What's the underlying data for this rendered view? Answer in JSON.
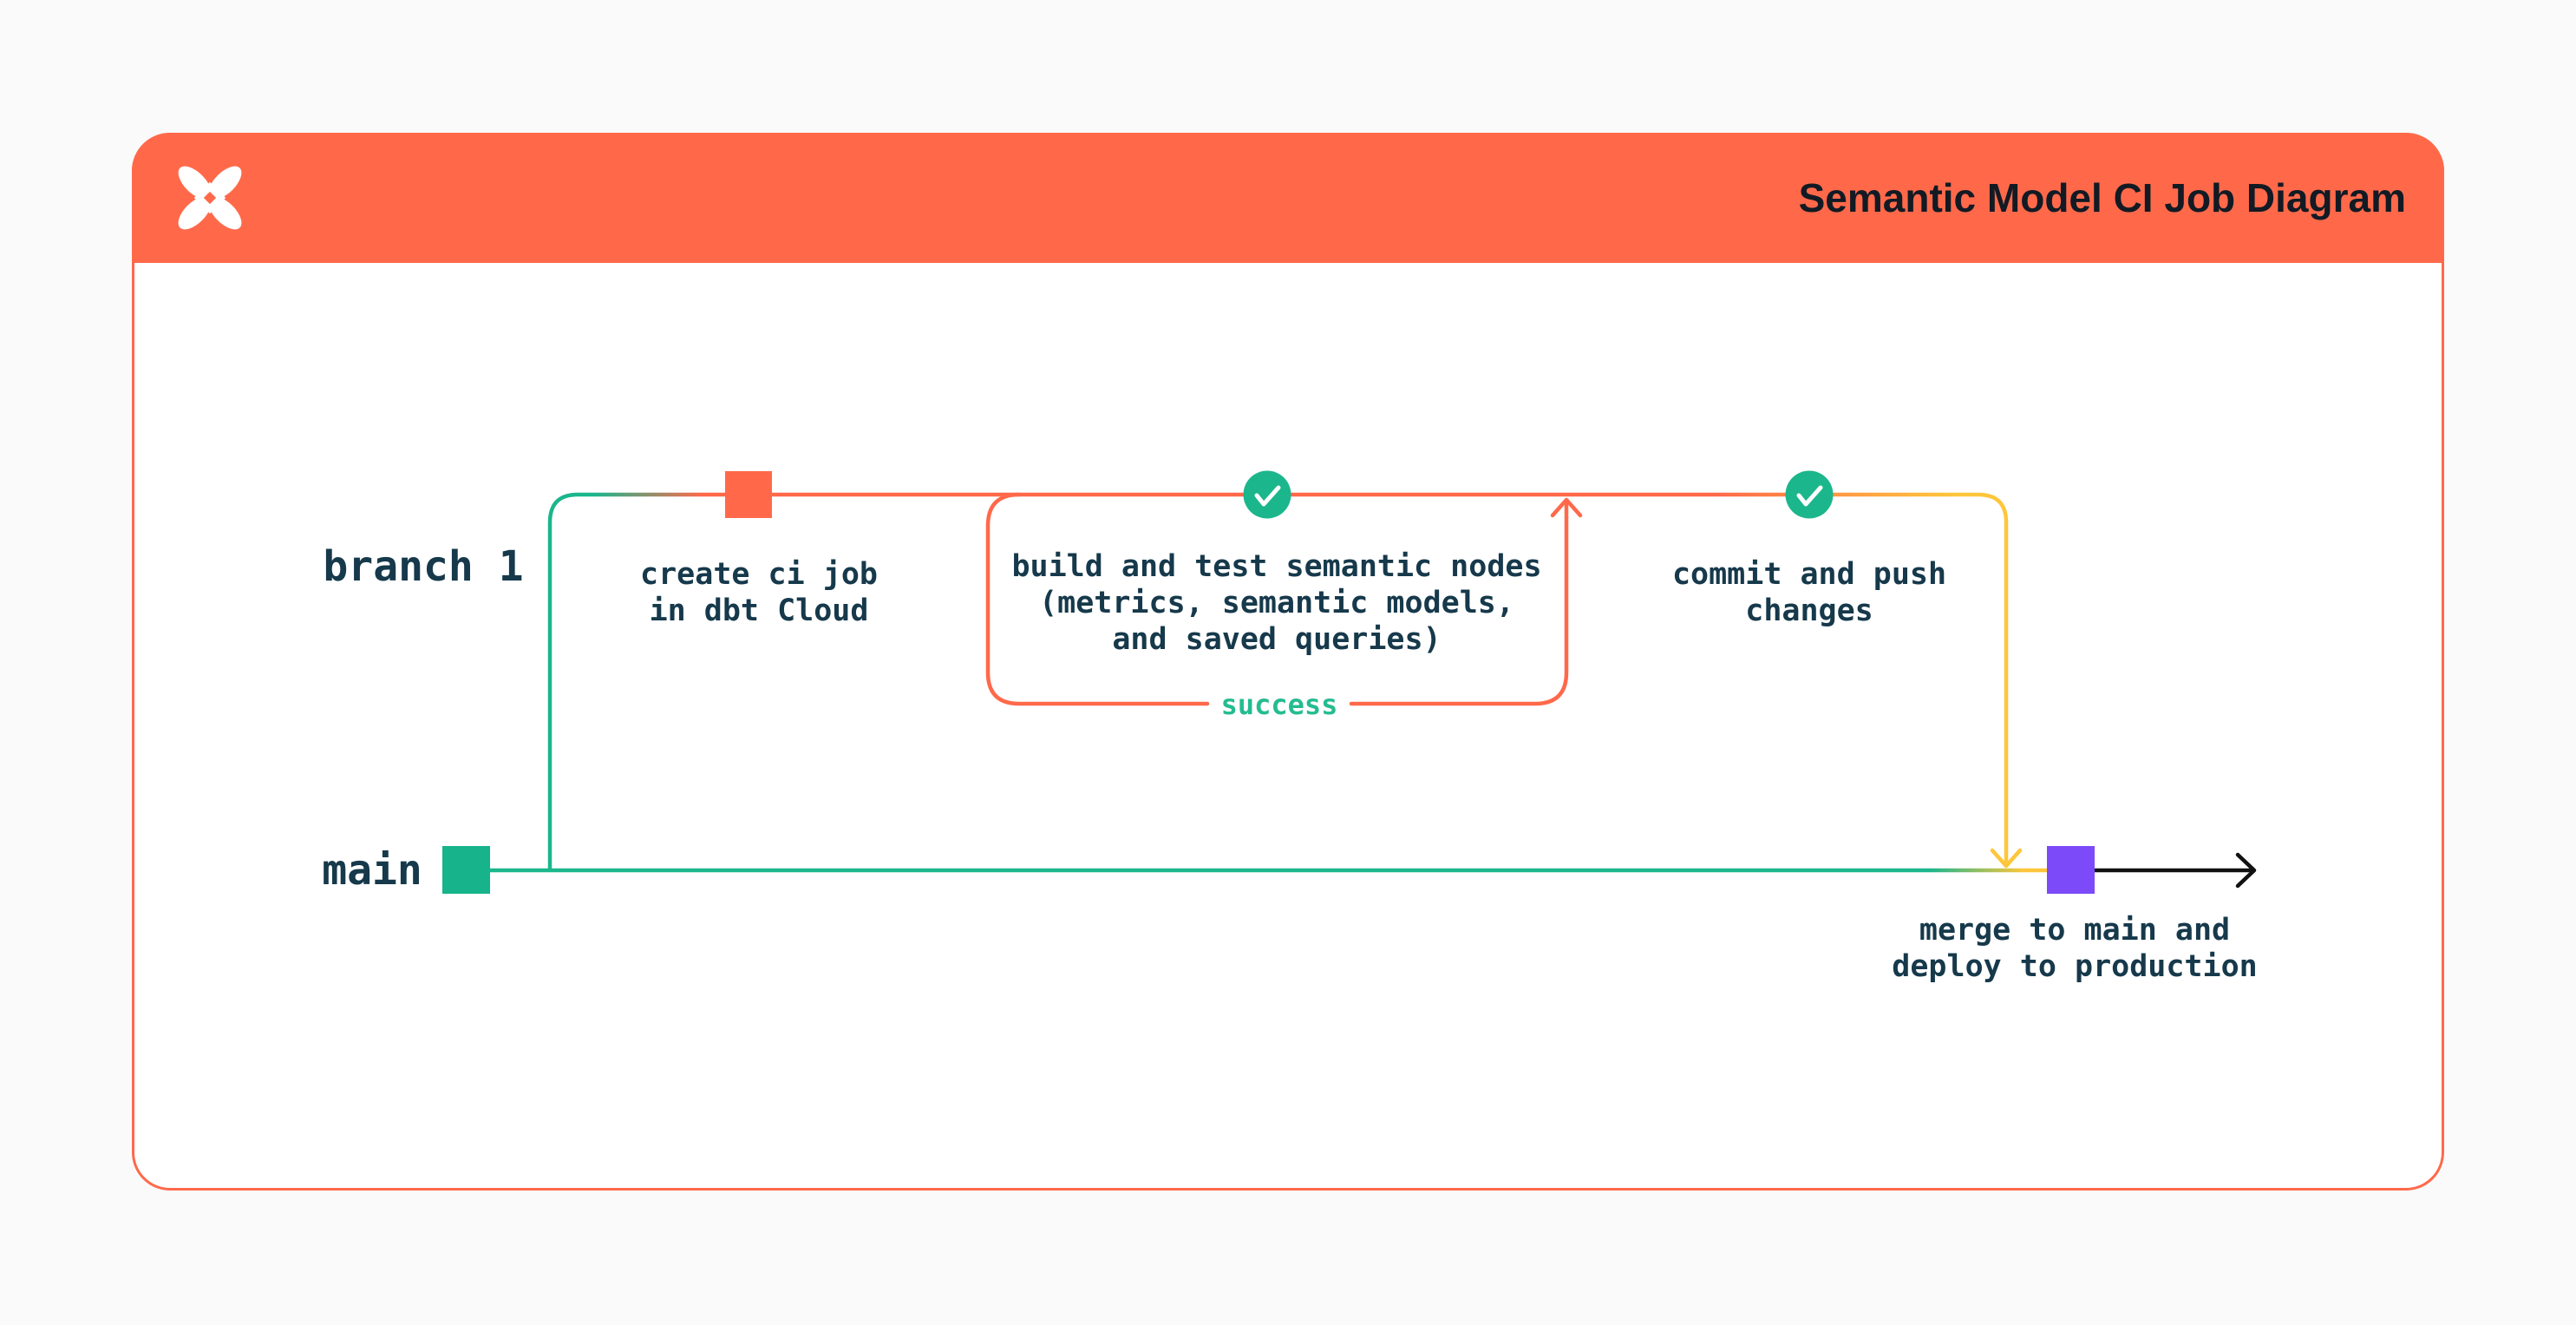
{
  "header": {
    "title": "Semantic Model CI Job Diagram",
    "logo": "dbt-logo",
    "background": "#FF694A"
  },
  "lanes": {
    "branch": {
      "label": "branch 1"
    },
    "main": {
      "label": "main"
    }
  },
  "nodes": [
    {
      "id": "create-ci-job",
      "type": "commit-square",
      "color": "#FF694A",
      "label": "create ci job\nin dbt Cloud"
    },
    {
      "id": "build-test",
      "type": "check-circle",
      "color": "#1BB68C",
      "label": "build and test semantic nodes\n(metrics, semantic models,\nand saved queries)"
    },
    {
      "id": "commit-push",
      "type": "check-circle",
      "color": "#1BB68C",
      "label": "commit and push\nchanges"
    },
    {
      "id": "merge-deploy",
      "type": "commit-square",
      "color": "#7C4AF8",
      "label": "merge to main and\ndeploy to production"
    }
  ],
  "loop": {
    "success_label": "success"
  },
  "colors": {
    "orange": "#FF694A",
    "green": "#1BB68C",
    "green_square": "#17B38B",
    "yellow": "#FFC63C",
    "purple": "#7C4AF8",
    "text_dark": "#16394B",
    "success_green": "#24BC90",
    "arrow_black": "#111111",
    "card_bg": "#FFFFFF",
    "page_bg": "#FAFAFA"
  }
}
